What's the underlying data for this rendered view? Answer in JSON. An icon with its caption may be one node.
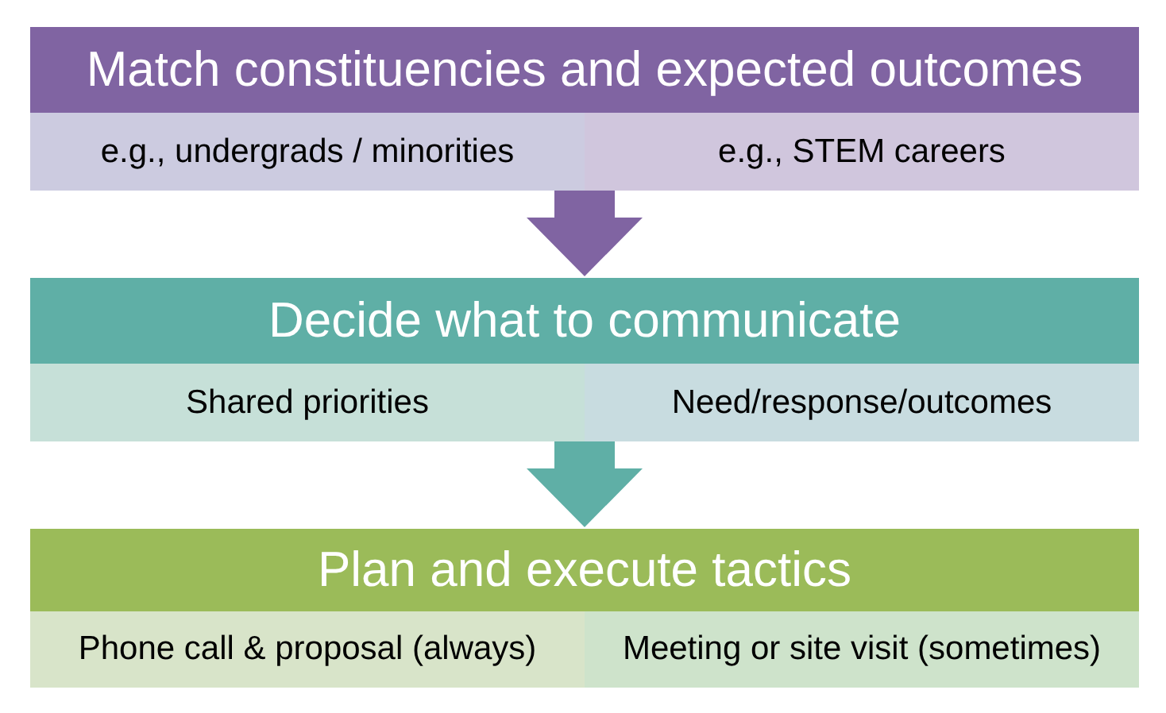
{
  "diagram": {
    "nodes": [
      {
        "text": [
          "Match constituencies and expected outcomes"
        ]
      },
      {
        "text": [
          "e.g., undergrads / minorities"
        ],
        "in": 0
      },
      {
        "text": [
          "e.g., STEM careers"
        ],
        "in": 0
      },
      {
        "text": [
          "Decide what to communicate"
        ]
      },
      {
        "text": [
          "Shared priorities"
        ],
        "in": 3
      },
      {
        "text": [
          "Need/response/outcomes"
        ],
        "in": 3
      },
      {
        "text": [
          "Plan and execute tactics"
        ]
      },
      {
        "text": [
          "Phone call & proposal (always)"
        ],
        "in": 6
      },
      {
        "text": [
          "Meeting or site visit (sometimes)"
        ],
        "in": 6
      }
    ],
    "edges": [
      {
        "from": 0,
        "to": 3,
        "arrow": "to",
        "color": "#8064a2"
      },
      {
        "from": 3,
        "to": 6,
        "arrow": "to",
        "color": "#5fafa6"
      }
    ]
  }
}
